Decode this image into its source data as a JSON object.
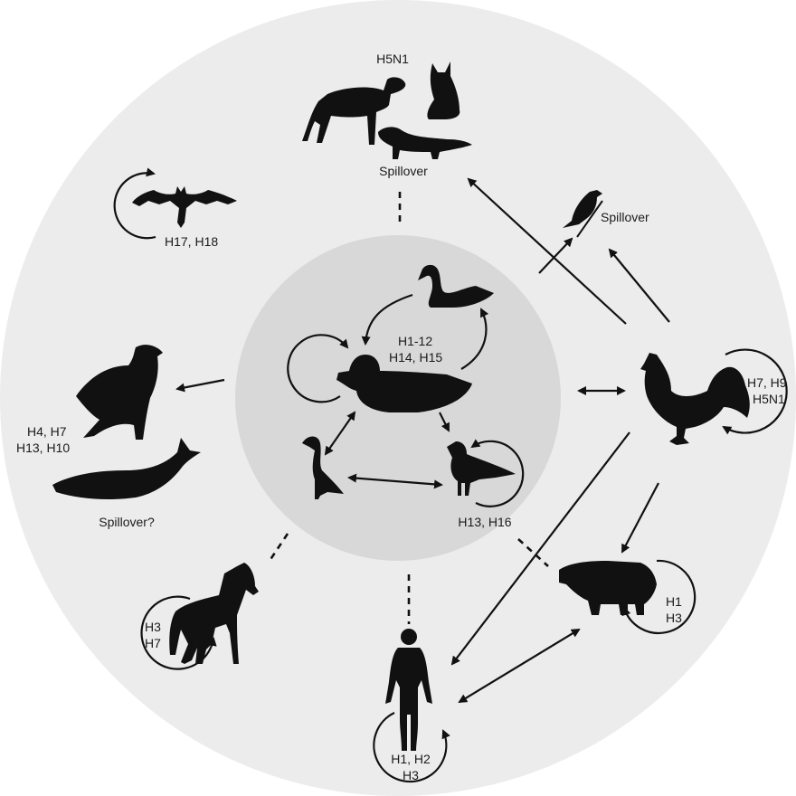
{
  "colors": {
    "outer_disc": "#ececec",
    "inner_disc": "#d8d8d8",
    "ink": "#111111"
  },
  "labels": {
    "pets": "H5N1",
    "pets_spillover": "Spillover",
    "wild_bird_spillover": "Spillover",
    "bat": "H17, H18",
    "waterfowl": "H1-12",
    "waterfowl_2": "H14, H15",
    "poultry": "H7, H9",
    "poultry_2": "H5N1",
    "marine": "H4, H7",
    "marine_2": "H13, H10",
    "marine_spillover": "Spillover?",
    "shorebird": "H13, H16",
    "horse": "H3",
    "horse_2": "H7",
    "swine": "H1",
    "swine_2": "H3",
    "human": "H1, H2",
    "human_2": "H3"
  },
  "icons": [
    "dog-icon",
    "cat-icon",
    "ferret-icon",
    "songbird-icon",
    "bat-icon",
    "swan-icon",
    "duck-icon",
    "heron-icon",
    "gull-icon",
    "rooster-icon",
    "sea-lion-icon",
    "whale-icon",
    "horse-icon",
    "pig-icon",
    "human-icon"
  ]
}
